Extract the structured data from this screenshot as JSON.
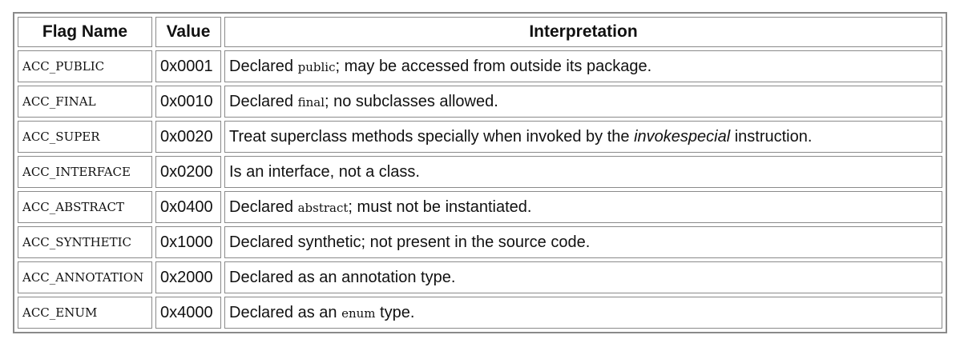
{
  "table": {
    "headers": {
      "flag_name": "Flag Name",
      "value": "Value",
      "interpretation": "Interpretation"
    },
    "rows": [
      {
        "flag": "ACC_PUBLIC",
        "value": "0x0001",
        "interp": {
          "pre": "Declared ",
          "code": "public",
          "mid": "; may be accessed from outside its package.",
          "em": "",
          "post": ""
        }
      },
      {
        "flag": "ACC_FINAL",
        "value": "0x0010",
        "interp": {
          "pre": "Declared ",
          "code": "final",
          "mid": "; no subclasses allowed.",
          "em": "",
          "post": ""
        }
      },
      {
        "flag": "ACC_SUPER",
        "value": "0x0020",
        "interp": {
          "pre": "Treat superclass methods specially when invoked by the ",
          "code": "",
          "mid": "",
          "em": "invokespecial",
          "post": " instruction."
        }
      },
      {
        "flag": "ACC_INTERFACE",
        "value": "0x0200",
        "interp": {
          "pre": "Is an interface, not a class.",
          "code": "",
          "mid": "",
          "em": "",
          "post": ""
        }
      },
      {
        "flag": "ACC_ABSTRACT",
        "value": "0x0400",
        "interp": {
          "pre": "Declared ",
          "code": "abstract",
          "mid": "; must not be instantiated.",
          "em": "",
          "post": ""
        }
      },
      {
        "flag": "ACC_SYNTHETIC",
        "value": "0x1000",
        "interp": {
          "pre": "Declared synthetic; not present in the source code.",
          "code": "",
          "mid": "",
          "em": "",
          "post": ""
        }
      },
      {
        "flag": "ACC_ANNOTATION",
        "value": "0x2000",
        "interp": {
          "pre": "Declared as an annotation type.",
          "code": "",
          "mid": "",
          "em": "",
          "post": ""
        }
      },
      {
        "flag": "ACC_ENUM",
        "value": "0x4000",
        "interp": {
          "pre": "Declared as an ",
          "code": "enum",
          "mid": " type.",
          "em": "",
          "post": ""
        }
      }
    ]
  },
  "colors": {
    "border": "#8a8a8a",
    "text": "#111111",
    "background": "#ffffff"
  }
}
